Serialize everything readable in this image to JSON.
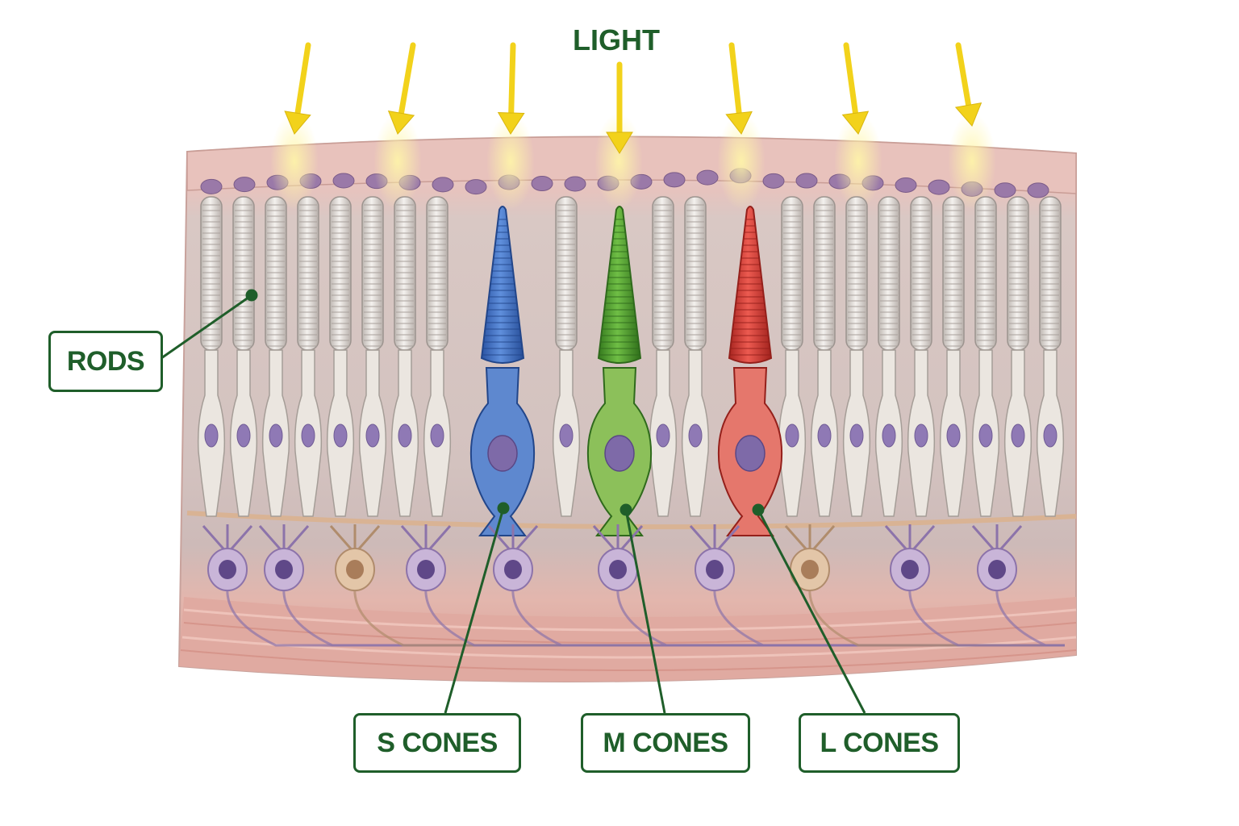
{
  "title": "LIGHT",
  "labels": {
    "rods": "RODS",
    "s_cones": "S CONES",
    "m_cones": "M CONES",
    "l_cones": "L CONES"
  },
  "colors": {
    "label_green": "#1f5e2a",
    "light_arrow": "#f2d21b",
    "s_cone": "#3f6fc0",
    "m_cone": "#4e9a2e",
    "l_cone": "#d23a32",
    "rod": "#e4e0dc",
    "tissue_pink": "#e9c4bf",
    "nucleus_purple": "#8f79b5"
  },
  "icons": [
    "light-arrow-icon"
  ]
}
